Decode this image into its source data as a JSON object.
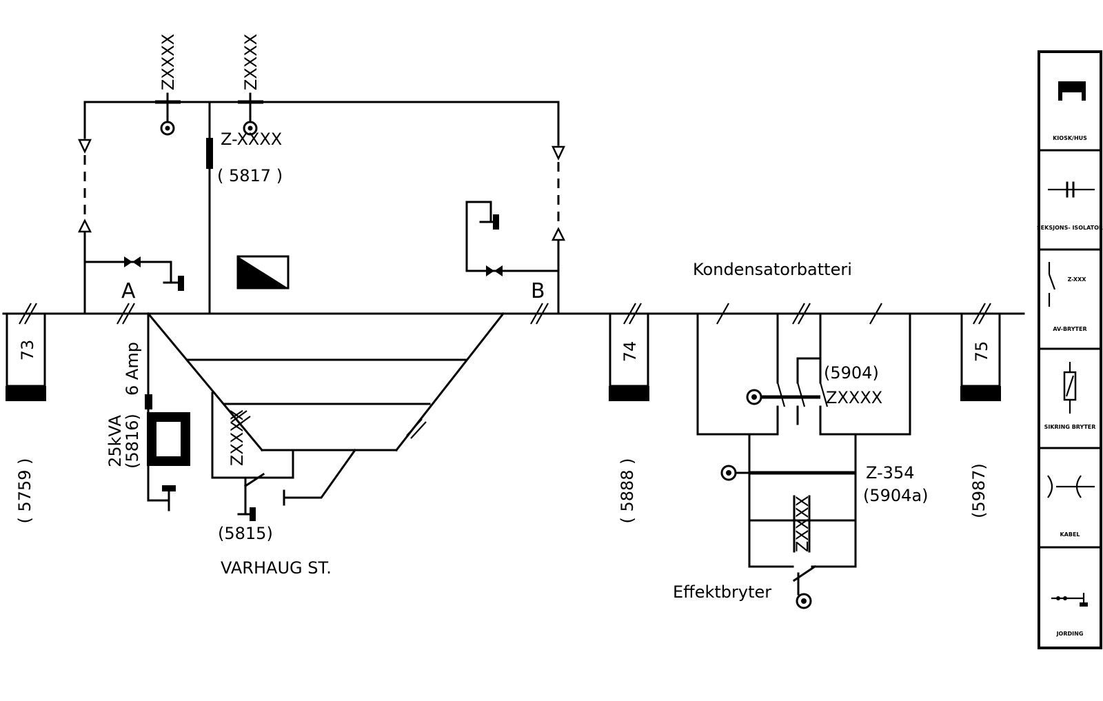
{
  "bus_sections": {
    "a": "A",
    "b": "B"
  },
  "masts": [
    {
      "number": "73",
      "ref": "( 5759 )"
    },
    {
      "number": "74",
      "ref": "( 5888 )"
    },
    {
      "number": "75",
      "ref": "(5987)"
    }
  ],
  "disconnectors": {
    "top_left": "ZXXXX",
    "top_mid": "ZXXXX",
    "section": "Z-XXXX",
    "section_ref": "( 5817 )",
    "yard": "ZXXXX",
    "yard_ref": "(5815)",
    "bank": "ZXXXX",
    "bank_ref": "(5904)",
    "bank_bypass": "Z-354",
    "bank_bypass_ref": "(5904a)",
    "bank_lower": "ZXXXX"
  },
  "transformer": {
    "rating": "6  Amp",
    "power": "25kVA",
    "ref": "(5816)"
  },
  "station_name": "VARHAUG  ST.",
  "capacitor_bank_label": "Kondensatorbatteri",
  "breaker_label": "Effektbryter",
  "legend": {
    "items": [
      {
        "icon": "cabinet-icon",
        "caption": "KIOSK/HUS"
      },
      {
        "icon": "capacitor-icon",
        "caption": "SEKSJONS- ISOLATOR"
      },
      {
        "icon": "disconnector-icon",
        "caption": "AV-BRYTER"
      },
      {
        "icon": "fuse-icon",
        "caption": "SIKRING BRYTER"
      },
      {
        "icon": "coupling-icon",
        "caption": "KABEL"
      },
      {
        "icon": "earthing-icon",
        "caption": "JORDING"
      }
    ],
    "sample_label": "Z-XXX"
  }
}
